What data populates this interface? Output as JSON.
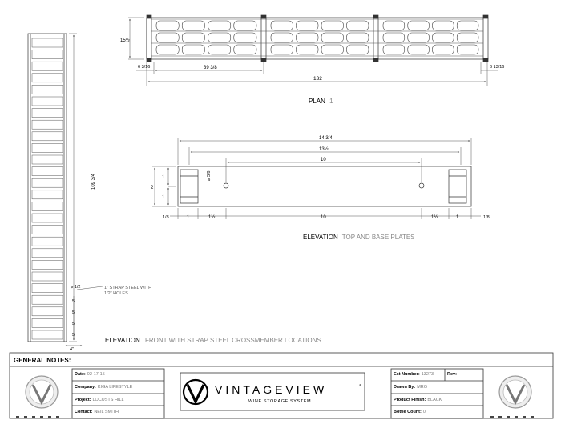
{
  "plan": {
    "title": "PLAN",
    "number": "1",
    "dims": {
      "height": "15½",
      "end_left": "6 3/16",
      "bay": "39 3/8",
      "overall": "132",
      "end_right": "6 13/16"
    }
  },
  "elevation_plates": {
    "title": "ELEVATION",
    "subtitle": "TOP AND BASE PLATES",
    "dims": {
      "overall": "14 3/4",
      "inner": "13½",
      "hole_span": "10",
      "hole_dia": "⌀ 3/8",
      "side_top": "1",
      "side_mid": "2",
      "side_bot": "1",
      "b_e1": "1/8",
      "b_1": "1",
      "b_h1": "1½",
      "b_10": "10",
      "b_h2": "1½",
      "b_2": "1",
      "b_e2": "1/8"
    }
  },
  "elevation_front": {
    "title": "ELEVATION",
    "subtitle": "FRONT WITH STRAP STEEL CROSSMEMBER LOCATIONS",
    "height_dim": "109 3/4",
    "hole_dim": "⌀ 1/2",
    "note_line1": "1\" STRAP STEEL WITH",
    "note_line2": "1/2\" HOLES",
    "spacing": [
      "5",
      "5",
      "5",
      "5"
    ],
    "width_dim": "4\""
  },
  "general_notes": {
    "label": "GENERAL NOTES:"
  },
  "title_block": {
    "date_label": "Date:",
    "date": "02-17-15",
    "company_label": "Company:",
    "company": "KIGA LIFESTYLE",
    "project_label": "Project:",
    "project": "LOCUSTS HILL",
    "contact_label": "Contact:",
    "contact": "NEIL SMITH",
    "brand": "VINTAGEVIEW",
    "brand_reg": "®",
    "tagline": "WINE STORAGE SYSTEM",
    "est_label": "Est Number:",
    "est": "13273",
    "rev_label": "Rev:",
    "rev": "",
    "drawn_label": "Drawn By:",
    "drawn": "MRG",
    "finish_label": "Product Finish:",
    "finish": "BLACK",
    "bottle_label": "Bottle Count:",
    "bottle": "0"
  }
}
